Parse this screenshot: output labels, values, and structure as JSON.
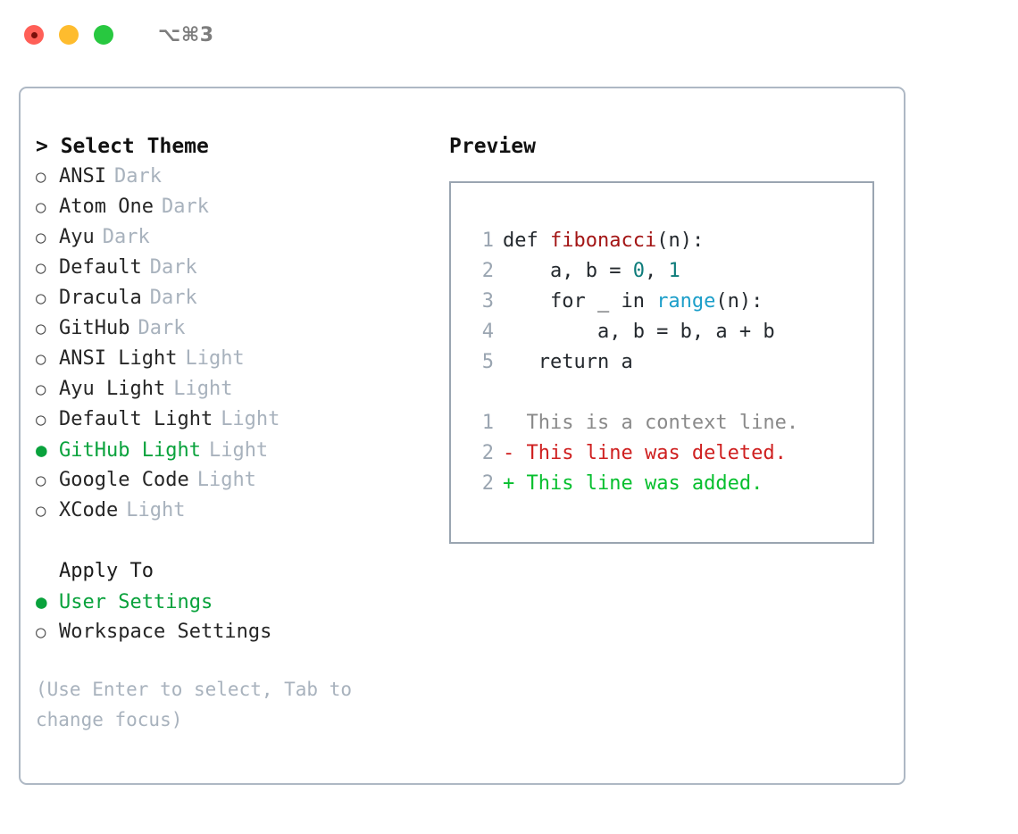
{
  "titlebar": {
    "shortcut": "⌥⌘3",
    "traffic_lights": [
      "close-red",
      "minimize-yellow",
      "maximize-green"
    ]
  },
  "colors": {
    "accent_green": "#09a23c",
    "panel_border": "#aeb8c4",
    "codebox_border": "#9aa5b1",
    "muted": "#a8b2bd",
    "linenumber": "#9aa5b1",
    "keyword": "#24292e",
    "function": "#a31515",
    "number": "#0e7c7b",
    "builtin": "#1b9ec9",
    "diff_context": "#8a8a8a",
    "diff_deleted": "#cf2020",
    "diff_added": "#06bf2e"
  },
  "theme_picker": {
    "heading": "> Select Theme",
    "markers": {
      "unselected": "○",
      "selected": "●"
    },
    "items": [
      {
        "label": "ANSI",
        "badge": "Dark",
        "selected": false
      },
      {
        "label": "Atom One",
        "badge": "Dark",
        "selected": false
      },
      {
        "label": "Ayu",
        "badge": "Dark",
        "selected": false
      },
      {
        "label": "Default",
        "badge": "Dark",
        "selected": false
      },
      {
        "label": "Dracula",
        "badge": "Dark",
        "selected": false
      },
      {
        "label": "GitHub",
        "badge": "Dark",
        "selected": false
      },
      {
        "label": "ANSI Light",
        "badge": "Light",
        "selected": false
      },
      {
        "label": "Ayu Light",
        "badge": "Light",
        "selected": false
      },
      {
        "label": "Default Light",
        "badge": "Light",
        "selected": false
      },
      {
        "label": "GitHub Light",
        "badge": "Light",
        "selected": true
      },
      {
        "label": "Google Code",
        "badge": "Light",
        "selected": false
      },
      {
        "label": "XCode",
        "badge": "Light",
        "selected": false
      }
    ]
  },
  "apply_to": {
    "heading": "Apply To",
    "items": [
      {
        "label": "User Settings",
        "selected": true
      },
      {
        "label": "Workspace Settings",
        "selected": false
      }
    ]
  },
  "hint": "(Use Enter to select, Tab to change focus)",
  "preview": {
    "heading": "Preview",
    "code_lines": [
      {
        "lineno": "1",
        "tokens": [
          {
            "text": "def ",
            "kind": "keyword"
          },
          {
            "text": "fibonacci",
            "kind": "function"
          },
          {
            "text": "(n):",
            "kind": "plain"
          }
        ]
      },
      {
        "lineno": "2",
        "tokens": [
          {
            "text": "    a, b = ",
            "kind": "plain"
          },
          {
            "text": "0",
            "kind": "number"
          },
          {
            "text": ", ",
            "kind": "plain"
          },
          {
            "text": "1",
            "kind": "number"
          }
        ]
      },
      {
        "lineno": "3",
        "tokens": [
          {
            "text": "    for _ in ",
            "kind": "plain"
          },
          {
            "text": "range",
            "kind": "builtin"
          },
          {
            "text": "(n):",
            "kind": "plain"
          }
        ]
      },
      {
        "lineno": "4",
        "tokens": [
          {
            "text": "        a, b = b, a + b",
            "kind": "plain"
          }
        ]
      },
      {
        "lineno": "5",
        "tokens": [
          {
            "text": "   return a",
            "kind": "plain"
          }
        ]
      }
    ],
    "diff_lines": [
      {
        "lineno": "1",
        "prefix": " ",
        "text": "This is a context line.",
        "kind": "context"
      },
      {
        "lineno": "2",
        "prefix": "-",
        "text": "This line was deleted.",
        "kind": "deleted"
      },
      {
        "lineno": "2",
        "prefix": "+",
        "text": "This line was added.",
        "kind": "added"
      }
    ]
  }
}
